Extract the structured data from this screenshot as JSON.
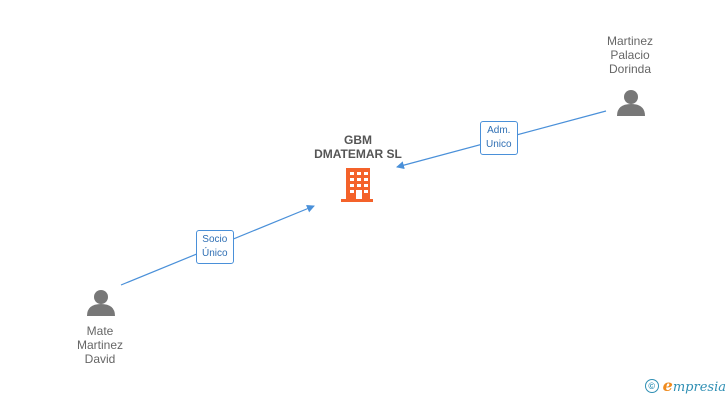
{
  "company": {
    "name_line1": "GBM",
    "name_line2": "DMATEMAR SL",
    "icon": "building-icon",
    "color": "#f4622a"
  },
  "people": [
    {
      "id": "martinez-palacio-dorinda",
      "lines": [
        "Martinez",
        "Palacio",
        "Dorinda"
      ],
      "icon": "person-icon"
    },
    {
      "id": "mate-martinez-david",
      "lines": [
        "Mate",
        "Martinez",
        "David"
      ],
      "icon": "person-icon"
    }
  ],
  "edges": [
    {
      "from": "martinez-palacio-dorinda",
      "lines": [
        "Adm.",
        "Unico"
      ]
    },
    {
      "from": "mate-martinez-david",
      "lines": [
        "Socio",
        "Único"
      ]
    }
  ],
  "footer": {
    "copyright_symbol": "©",
    "brand_first": "e",
    "brand_rest": "mpresia"
  },
  "colors": {
    "edge": "#4a90d9",
    "person": "#777777",
    "text": "#666666"
  }
}
